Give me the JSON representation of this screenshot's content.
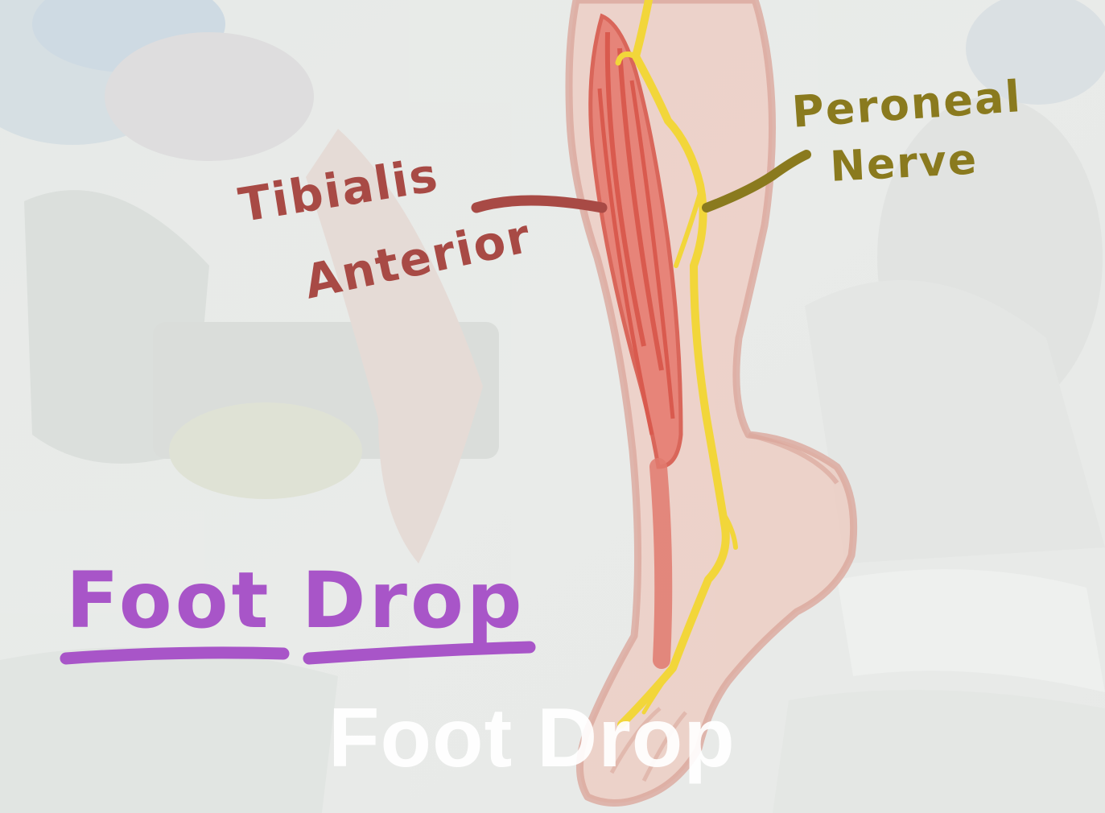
{
  "labels": {
    "tibialis_line1": "Tibialis",
    "tibialis_line2": "Anterior",
    "peroneal_line1": "Peroneal",
    "peroneal_line2": "Nerve",
    "title": "Foot Drop"
  },
  "caption": "Foot Drop",
  "colors": {
    "background": "#e8eae8",
    "muscle": "#e5776b",
    "muscle_label": "#a84a45",
    "nerve": "#f2d63a",
    "nerve_label": "#8a7a1e",
    "title": "#a855c8",
    "leg_skin": "#eec9bf",
    "leg_outline": "#dba89c"
  }
}
